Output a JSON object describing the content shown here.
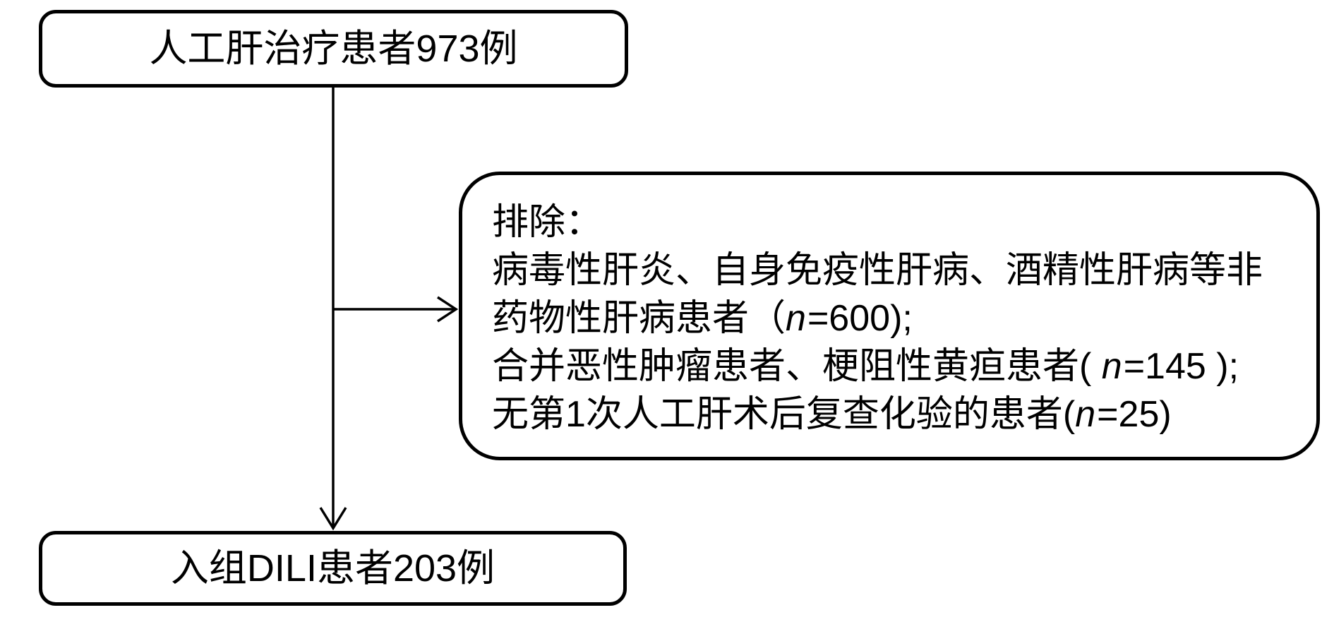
{
  "flowchart": {
    "top_box": {
      "label": "人工肝治疗患者973例"
    },
    "bottom_box": {
      "label": "入组DILI患者203例"
    },
    "exclusion_box": {
      "lines": [
        {
          "segments": [
            {
              "text": "排除：",
              "italic": false
            }
          ]
        },
        {
          "segments": [
            {
              "text": "病毒性肝炎、自身免疫性肝病、酒精性肝病等非",
              "italic": false
            }
          ]
        },
        {
          "segments": [
            {
              "text": "药物性肝病患者（",
              "italic": false
            },
            {
              "text": "n",
              "italic": true
            },
            {
              "text": "=600);",
              "italic": false
            }
          ]
        },
        {
          "segments": [
            {
              "text": "合并恶性肿瘤患者、梗阻性黄疸患者( ",
              "italic": false
            },
            {
              "text": "n",
              "italic": true
            },
            {
              "text": "=145 );",
              "italic": false
            }
          ]
        },
        {
          "segments": [
            {
              "text": "无第1次人工肝术后复查化验的患者(",
              "italic": false
            },
            {
              "text": "n",
              "italic": true
            },
            {
              "text": "=25)",
              "italic": false
            }
          ]
        }
      ]
    },
    "colors": {
      "stroke": "#000000",
      "background": "#ffffff"
    }
  }
}
